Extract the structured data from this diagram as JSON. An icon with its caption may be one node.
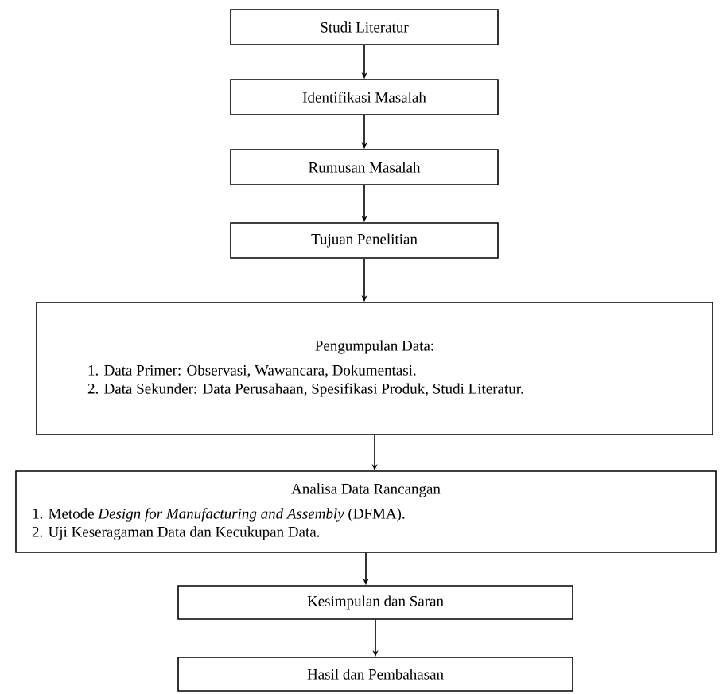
{
  "diagram": {
    "nodes": [
      {
        "text": [
          "Studi Literatur"
        ]
      },
      {
        "text": [
          "Identifikasi Masalah"
        ]
      },
      {
        "text": [
          "Rumusan Masalah"
        ]
      },
      {
        "text": [
          "Tujuan Penelitian"
        ]
      },
      {
        "text": [
          "Pengumpulan Data:",
          "1. Data Primer: Observasi, Wawancara, Dokumentasi.",
          "2. Data Sekunder: Data Perusahaan, Spesifikasi Produk, Studi Literatur."
        ]
      },
      {
        "text": [
          "Analisa Data Rancangan",
          "1. Metode *Design for Manufacturing and Assembly* (DFMA).",
          "2. Uji Keseragaman Data dan Kecukupan Data."
        ]
      },
      {
        "text": [
          "Kesimpulan dan Saran"
        ]
      },
      {
        "text": [
          "Hasil dan Pembahasan"
        ]
      }
    ],
    "edges": [
      {
        "from": 0,
        "to": 1,
        "arrow": "to"
      },
      {
        "from": 1,
        "to": 2,
        "arrow": "to"
      },
      {
        "from": 2,
        "to": 3,
        "arrow": "to"
      },
      {
        "from": 3,
        "to": 4,
        "arrow": "to"
      },
      {
        "from": 4,
        "to": 5,
        "arrow": "to"
      },
      {
        "from": 5,
        "to": 6,
        "arrow": "to"
      },
      {
        "from": 6,
        "to": 7,
        "arrow": "to"
      }
    ]
  }
}
